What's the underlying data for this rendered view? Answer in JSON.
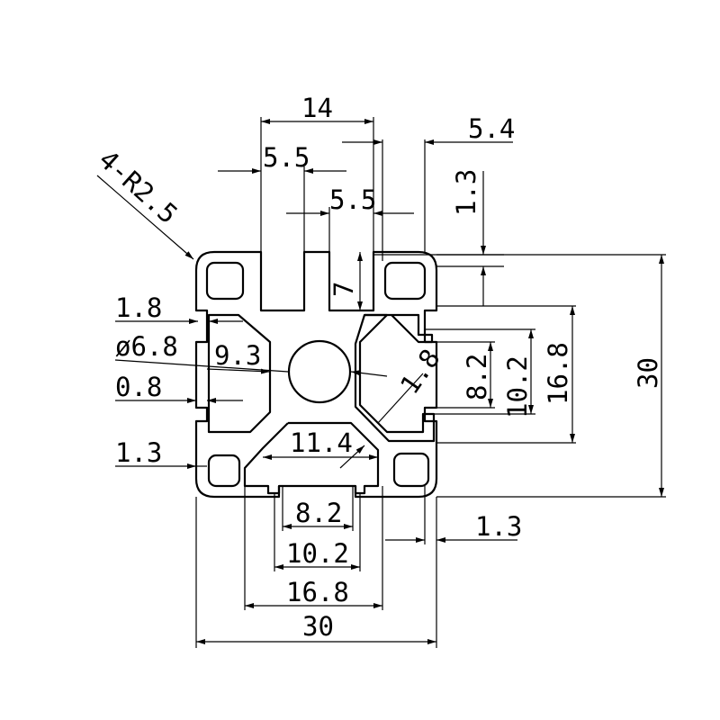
{
  "drawing": {
    "labels": {
      "radius": "4-R2.5",
      "top_width": "14",
      "slot_left": "5.5",
      "slot_mid": "5.5",
      "right_offset": "5.4",
      "top_wall": "1.3",
      "slot_depth": "7",
      "lip_thickness": "1.8",
      "bore": "ø6.8",
      "inner_half": "9.3",
      "groove_wall": "0.8",
      "corner_wall": "1.3",
      "web": "1.8",
      "inner_width": "11.4",
      "slot_open_right": "8.2",
      "slot_inner_right": "10.2",
      "slot_outer_right": "16.8",
      "height_total": "30",
      "slot_open_bottom": "8.2",
      "slot_inner_bottom": "10.2",
      "slot_outer_bottom": "16.8",
      "bottom_wall": "1.3",
      "width_total": "30"
    }
  }
}
